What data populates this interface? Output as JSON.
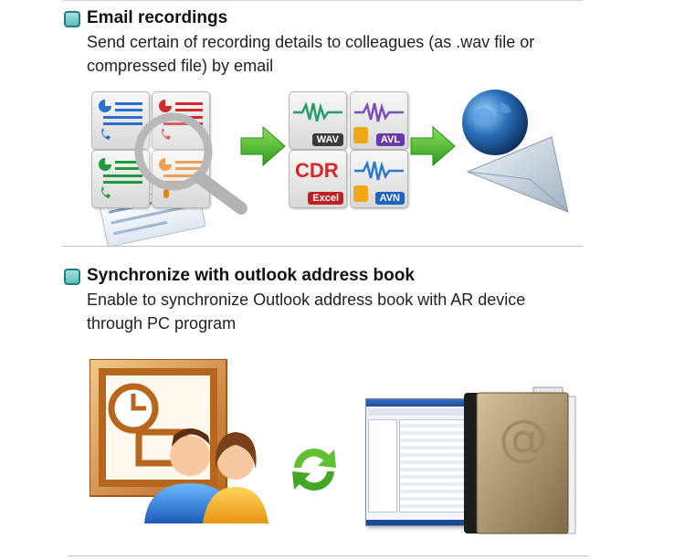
{
  "sections": [
    {
      "title": "Email recordings",
      "description": "Send certain of recording details to colleagues (as .wav file or compressed file) by email",
      "tiles": {
        "wav": "WAV",
        "avl": "AVL",
        "cdr": "CDR",
        "excel": "Excel",
        "avn": "AVN"
      }
    },
    {
      "title": "Synchronize with outlook address book",
      "description": "Enable to synchronize Outlook address book with AR device through PC program",
      "address_book_symbol": "@"
    }
  ],
  "colors": {
    "bullet": "#5fbcbc",
    "arrow": "#55b52b",
    "cdr_red": "#d12a2a",
    "wave": "#2b9a6a"
  },
  "icons": [
    "report-icon",
    "magnifier-icon",
    "green-arrow-icon",
    "globe-icon",
    "envelope-icon",
    "outlook-icon",
    "contacts-icon",
    "sync-icon",
    "screenshot-icon",
    "address-book-icon"
  ]
}
